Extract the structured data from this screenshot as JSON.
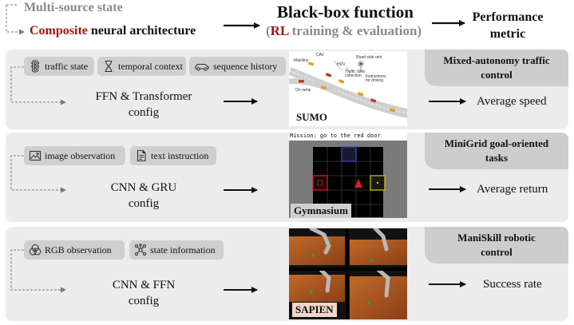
{
  "header": {
    "multi_source": "Multi-source state",
    "composite_word": "Composite",
    "composite_rest": " neural architecture",
    "blackbox": "Black-box function",
    "rl_open": "(",
    "rl_word": "RL",
    "rl_rest": " training & evaluation)",
    "metric_line1": "Performance",
    "metric_line2": "metric"
  },
  "rows": [
    {
      "chips": [
        {
          "label": "traffic state",
          "icon": "traffic-light-icon"
        },
        {
          "label": "temporal context",
          "icon": "hourglass-icon"
        },
        {
          "label": "sequence history",
          "icon": "car-icon"
        }
      ],
      "config_line1": "FFN & Transformer",
      "config_line2": "config",
      "sim_label": "SUMO",
      "task_line1": "Mixed-autonomy traffic",
      "task_line2": "control",
      "metric": "Average speed",
      "scene_labels": {
        "mainline": "Mainline",
        "cav": "CAV",
        "hdv": "HDV",
        "road_side": "Road side unit",
        "data_collection": "Traffic data collection",
        "instructions": "Instructions for driving",
        "on_ramp": "On ramp"
      }
    },
    {
      "chips": [
        {
          "label": "image observation",
          "icon": "image-icon"
        },
        {
          "label": "text instruction",
          "icon": "document-icon"
        }
      ],
      "config_line1": "CNN & GRU",
      "config_line2": "config",
      "sim_label": "Gymnasium",
      "mission_text": "Mission: go to the red door",
      "task_line1": "MiniGrid goal-oriented",
      "task_line2": "tasks",
      "metric": "Average return"
    },
    {
      "chips": [
        {
          "label": "RGB observation",
          "icon": "rgb-icon"
        },
        {
          "label": "state information",
          "icon": "network-icon"
        }
      ],
      "config_line1": "CNN & FFN",
      "config_line2": "config",
      "sim_label": "SAPIEN",
      "task_line1": "ManiSkill robotic",
      "task_line2": "control",
      "metric": "Success rate"
    }
  ],
  "colors": {
    "accent_red": "#a01515",
    "grey_text": "#8a8a8a",
    "panel_bg": "#ececec",
    "badge_bg": "#cdcdcd",
    "chip_bg": "#cfcfcf"
  }
}
